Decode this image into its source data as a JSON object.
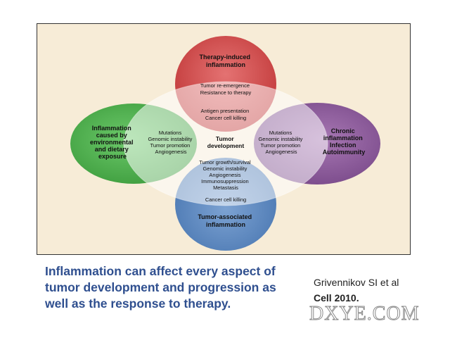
{
  "diagram": {
    "top_label": [
      "Therapy-induced",
      "inflammation"
    ],
    "bottom_label": [
      "Tumor-associated",
      "inflammation"
    ],
    "left_label": [
      "Inflammation",
      "caused by",
      "environmental",
      "and dietary",
      "exposure"
    ],
    "right_label": [
      "Chronic",
      "inflammation",
      "Infection",
      "Autoimmunity"
    ],
    "center_label": [
      "Tumor",
      "development"
    ],
    "top_overlap": [
      "Tumor re-emergence",
      "Resistance to therapy"
    ],
    "top_inner": [
      "Antigen presentation",
      "Cancer cell killing"
    ],
    "left_overlap": [
      "Mutations",
      "Genomic instability",
      "Tumor promotion",
      "Angiogenesis"
    ],
    "right_overlap": [
      "Mutations",
      "Genomic instability",
      "Tumor promotion",
      "Angiogenesis"
    ],
    "bottom_overlap": [
      "Tumor growth/survival",
      "Genomic instability",
      "Angiogenesis",
      "Immunosuppression",
      "Metastasis"
    ],
    "bottom_inner": [
      "Cancer cell killing"
    ],
    "colors": {
      "top": "#d64a4a",
      "left": "#4fb24f",
      "right": "#8d5b9b",
      "bottom": "#5a87c0",
      "center": "#ffffff",
      "background": "#f7ecd7"
    }
  },
  "caption": [
    "Inflammation can affect every aspect of",
    "tumor development and progression as",
    "well as the response to therapy."
  ],
  "citation": {
    "authors": "Grivennikov SI et al",
    "journal": "Cell 2010."
  },
  "watermark": "DXYE.COM"
}
